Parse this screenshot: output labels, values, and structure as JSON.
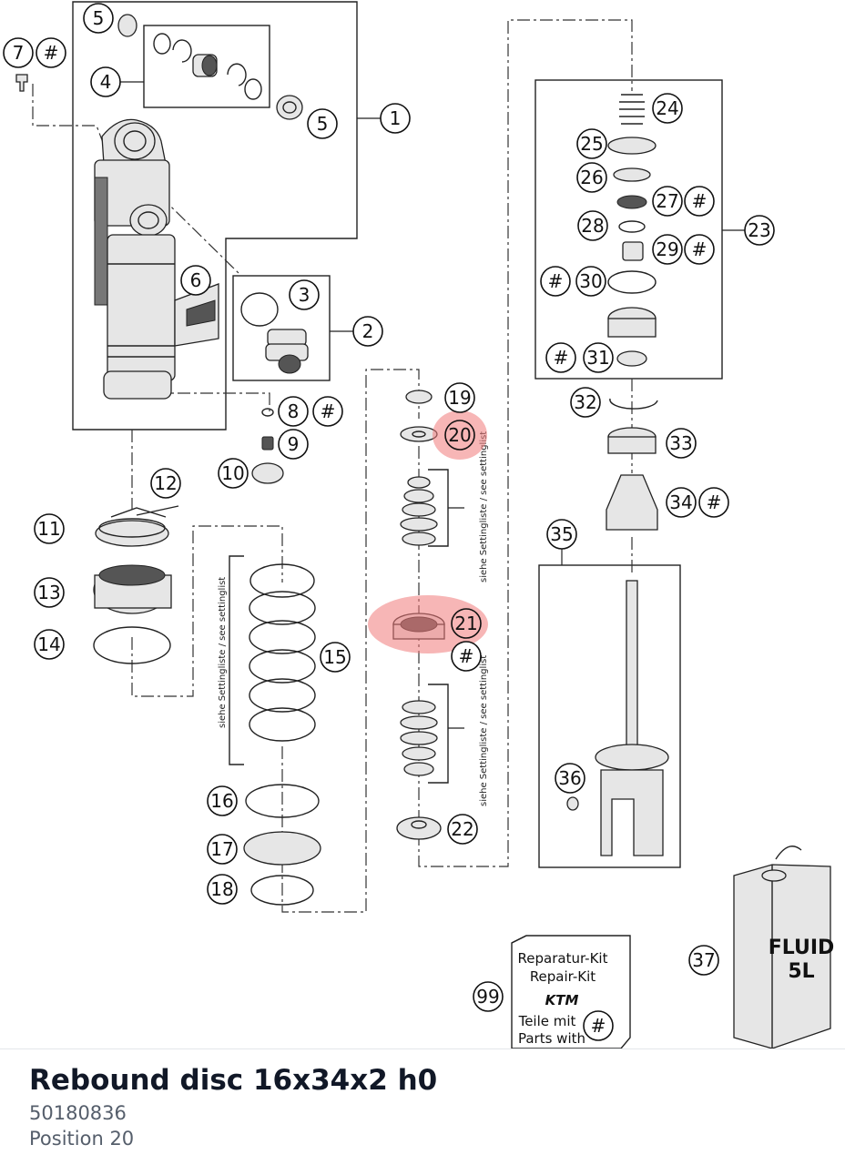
{
  "diagram": {
    "callouts": [
      "1",
      "2",
      "3",
      "4",
      "5",
      "5",
      "6",
      "7",
      "8",
      "9",
      "10",
      "11",
      "12",
      "13",
      "14",
      "15",
      "16",
      "17",
      "18",
      "19",
      "20",
      "21",
      "22",
      "23",
      "24",
      "25",
      "26",
      "27",
      "28",
      "29",
      "30",
      "31",
      "32",
      "33",
      "34",
      "35",
      "36",
      "37",
      "99"
    ],
    "hash_symbol": "#",
    "highlighted": [
      "20",
      "21"
    ],
    "setting_note_1": "siehe Settingliste / see settinglist",
    "setting_note_2": "siehe Settingliste / see settinglist",
    "setting_note_3": "siehe Settingliste / see settinglist",
    "kit_box": {
      "line1": "Reparatur-Kit",
      "line2": "Repair-Kit",
      "brand": "KTM",
      "line3": "Teile mit",
      "line4": "Parts with"
    },
    "fluid_can": {
      "line1": "FLUID",
      "line2": "5L"
    }
  },
  "selected_part": {
    "title": "Rebound disc 16x34x2 h0",
    "part_number": "50180836",
    "position": "Position 20"
  },
  "colors": {
    "highlight": "#f07a7a",
    "title": "#111827",
    "subtitle": "#555e6b"
  }
}
